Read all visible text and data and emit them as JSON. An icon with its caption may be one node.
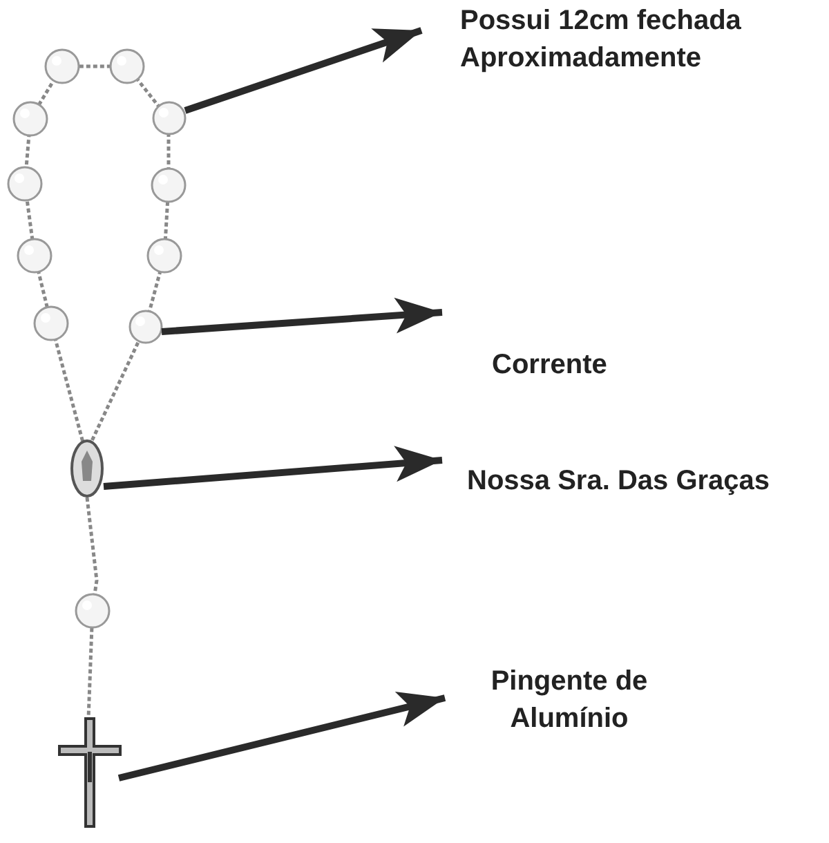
{
  "diagram": {
    "nodes": [
      {
        "text": [
          "Possui 12cm fechada Aproximadamente"
        ]
      },
      {
        "text": [
          "Corrente"
        ]
      },
      {
        "text": [
          "Nossa Sra. Das Graças"
        ]
      },
      {
        "text": [
          "Pingente de Alumínio"
        ]
      },
      {
        "text": [],
        "shape": "circle"
      },
      {
        "text": [],
        "shape": "circle"
      },
      {
        "text": [],
        "shape": "picture"
      },
      {
        "text": [],
        "shape": "picture"
      }
    ],
    "edges": [
      {
        "from": 4,
        "to": 0,
        "arrow": "to"
      },
      {
        "from": 5,
        "to": 1,
        "arrow": "to"
      },
      {
        "from": 6,
        "to": 2,
        "arrow": "to"
      },
      {
        "from": 7,
        "to": 3,
        "arrow": "to"
      }
    ]
  }
}
